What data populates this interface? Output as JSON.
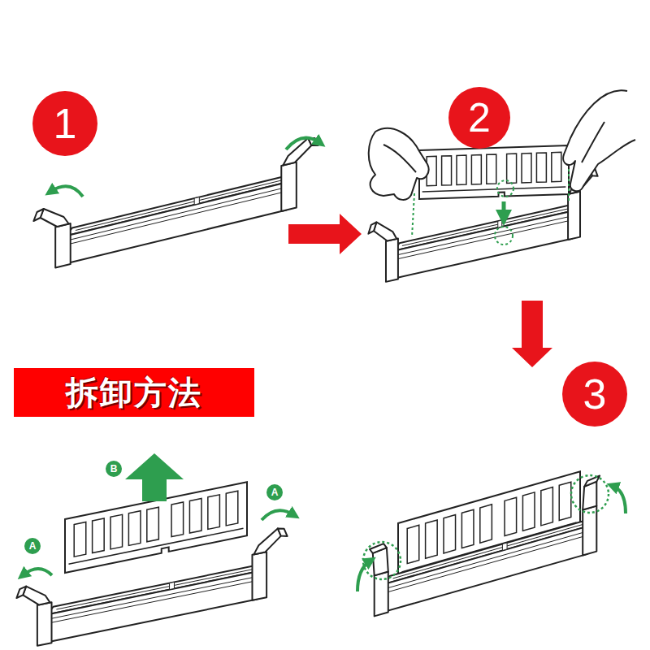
{
  "diagram": {
    "nodes": [
      {
        "text": [
          "1"
        ]
      },
      {
        "text": [
          "2"
        ]
      },
      {
        "text": [
          "3"
        ]
      },
      {
        "text": [
          "拆卸方法"
        ]
      },
      {
        "text": [
          "B"
        ]
      },
      {
        "text": [
          "A"
        ]
      },
      {
        "text": [
          "A"
        ]
      }
    ]
  }
}
